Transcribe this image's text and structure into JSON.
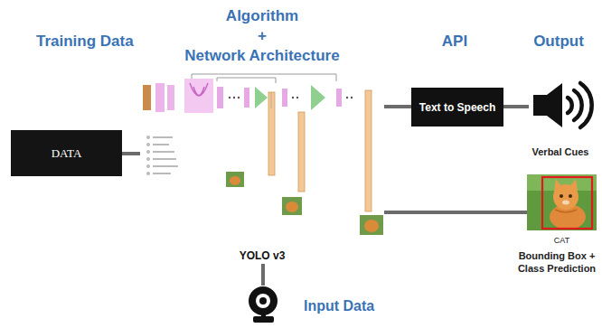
{
  "diagram": {
    "nodes": [
      {
        "text": [
          "DATA"
        ]
      },
      {
        "text": [
          "YOLO v3"
        ]
      },
      {
        "text": [
          "Text to Speech"
        ]
      },
      {
        "text": [
          "Verbal Cues"
        ]
      },
      {
        "text": [
          "CAT",
          "Bounding Box + Class Prediction"
        ]
      },
      {
        "text": [
          "Input Data"
        ]
      }
    ],
    "edges": [
      {
        "from": 0,
        "to": 1,
        "arrow": "none"
      },
      {
        "from": 1,
        "to": 2,
        "arrow": "none"
      },
      {
        "from": 2,
        "to": 3,
        "arrow": "none"
      },
      {
        "from": 1,
        "to": 4,
        "arrow": "none"
      },
      {
        "from": 1,
        "to": 5,
        "arrow": "none"
      }
    ],
    "labels": [
      "Training Data",
      "Algorithm",
      "+",
      "Network Architecture",
      "API",
      "Output"
    ]
  }
}
